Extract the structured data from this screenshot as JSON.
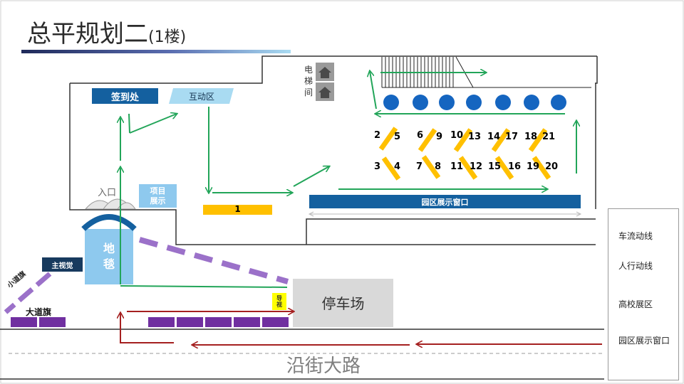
{
  "title": {
    "main": "总平规划二",
    "sub": "(1楼)"
  },
  "labels": {
    "signin": "签到处",
    "interactive": "互动区",
    "elevator": [
      "电",
      "梯",
      "间"
    ],
    "entrance": "入口",
    "project": "项目\n展示",
    "carpet": "地\n毯",
    "main_vision": "主视觉",
    "small_flag": "小道旗",
    "big_flag": "大道旗",
    "guide": "导\n视",
    "parking": "停车场",
    "street": "沿街大路",
    "park_window": "园区展示窗口",
    "booth_one": "1"
  },
  "booth_numbers": [
    "2",
    "5",
    "6",
    "9",
    "10",
    "13",
    "14",
    "17",
    "18",
    "21",
    "3",
    "4",
    "7",
    "8",
    "11",
    "12",
    "15",
    "16",
    "19",
    "20"
  ],
  "legend": {
    "car_flow": "车流动线",
    "people_flow": "人行动线",
    "school_area": "高校展区",
    "park_window": "园区展示窗口"
  },
  "colors": {
    "title_line": "#1f2a5a",
    "dark_blue": "#14609f",
    "light_blue": "#a9dbf2",
    "carpet_blue": "#8ec9ee",
    "purple": "#7030a0",
    "lilac": "#9b71c9",
    "yellow": "#ffc000",
    "green": "#22a559",
    "red": "#a52020",
    "parking_gray": "#d9d9d9",
    "navy": "#173a5e"
  }
}
